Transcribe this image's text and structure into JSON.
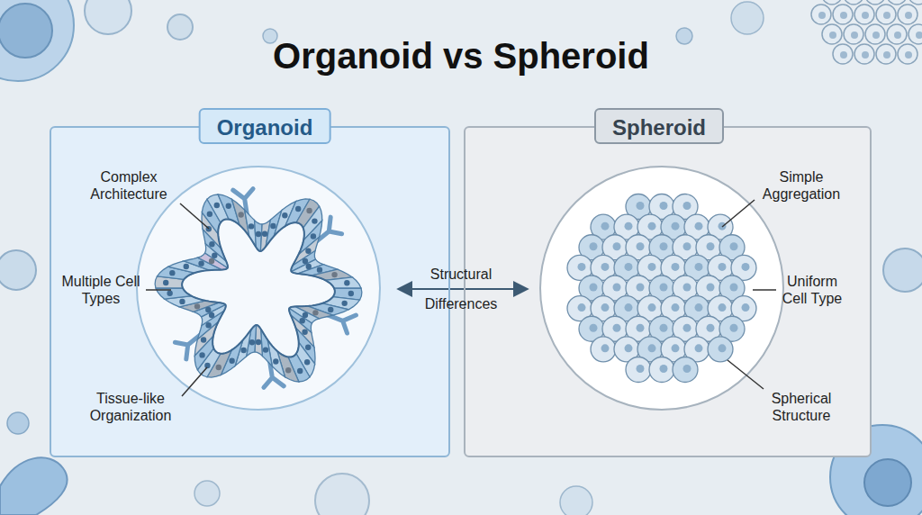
{
  "diagram": {
    "title": "Organoid vs Spheroid",
    "nodes": [
      {
        "text": [
          "Organoid"
        ]
      },
      {
        "text": [
          "Spheroid"
        ]
      }
    ],
    "labels": [
      "Complex Architecture",
      "Multiple Cell Types",
      "Tissue-like Organization",
      "Structural Differences",
      "Simple Aggregation",
      "Uniform Cell Type",
      "Spherical Structure"
    ]
  }
}
